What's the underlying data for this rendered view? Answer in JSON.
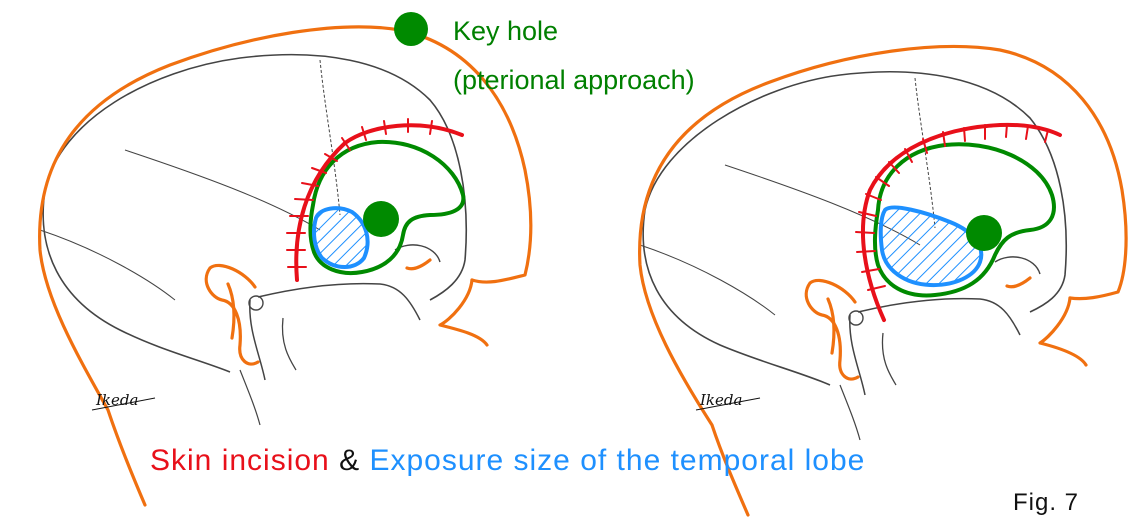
{
  "legend": {
    "line1": "Key hole",
    "line2": "(pterional approach)"
  },
  "caption": {
    "part1": "Skin incision",
    "part2": " & ",
    "part3": "Exposure size of the temporal lobe"
  },
  "fig_label": "Fig. 7",
  "signature": "Ikeda",
  "colors": {
    "head_outline": "#F07010",
    "skin_incision": "#E8101A",
    "keyhole": "#008A00",
    "exposure": "#1E90FF",
    "skull": "#444444"
  }
}
